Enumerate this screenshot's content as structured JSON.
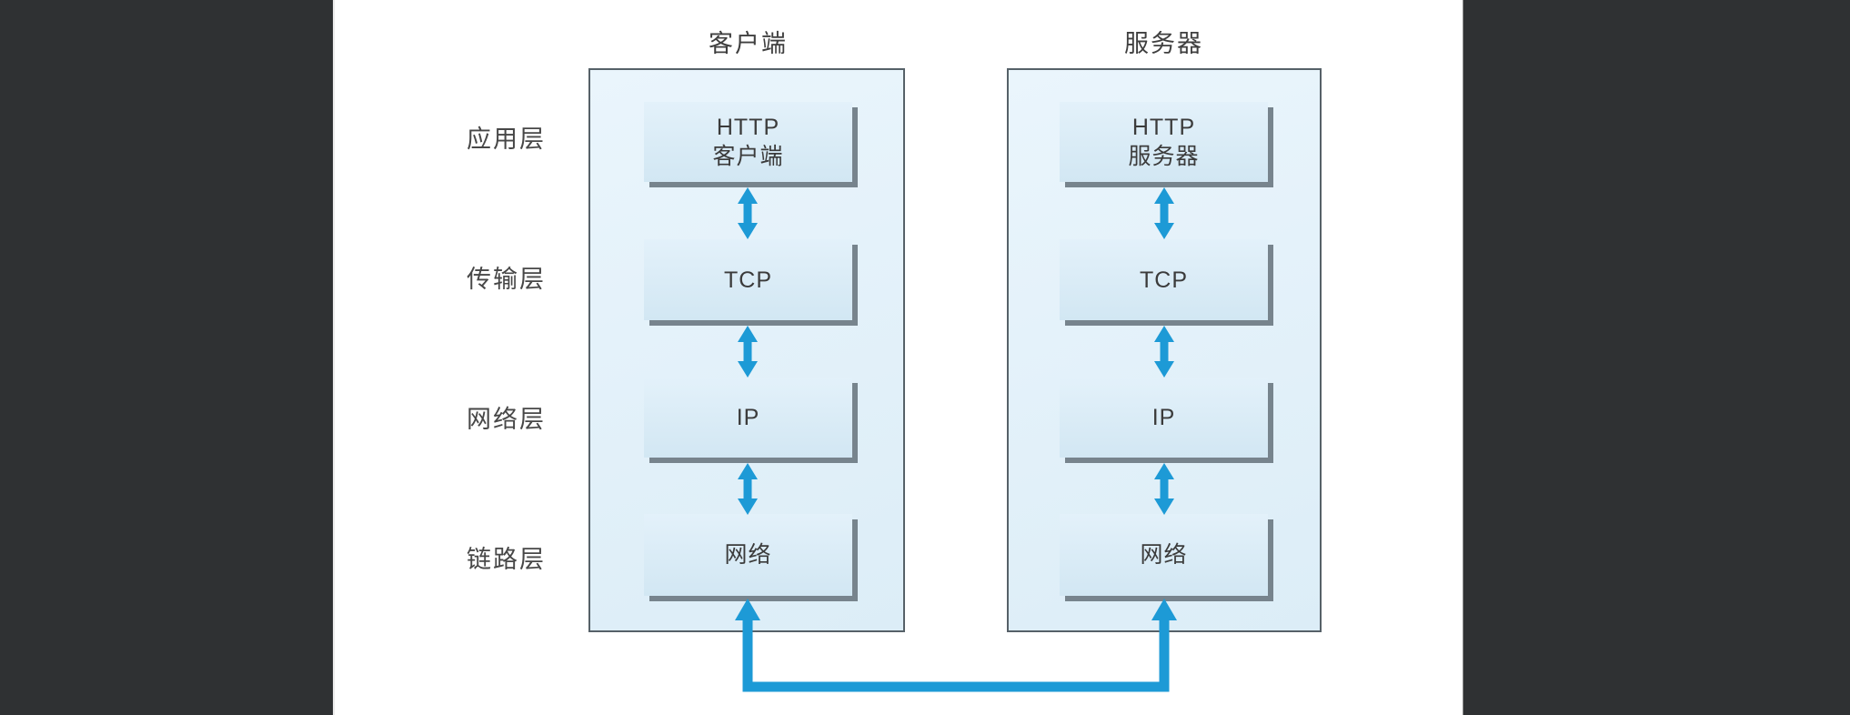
{
  "colors": {
    "letterbox": "#2f3133",
    "panel_fill_top": "#eaf5fc",
    "panel_fill_bottom": "#dcedf7",
    "box_fill_top": "#e3f1fa",
    "box_fill_bottom": "#d2e7f3",
    "panel_border": "#566168",
    "shadow_gray": "#77848d",
    "arrow_blue": "#1d9ad6"
  },
  "layer_labels": [
    "应用层",
    "传输层",
    "网络层",
    "链路层"
  ],
  "columns": [
    {
      "header": "客户端",
      "boxes": [
        {
          "lines": [
            "HTTP",
            "客户端"
          ]
        },
        {
          "lines": [
            "TCP"
          ]
        },
        {
          "lines": [
            "IP"
          ]
        },
        {
          "lines": [
            "网络"
          ]
        }
      ]
    },
    {
      "header": "服务器",
      "boxes": [
        {
          "lines": [
            "HTTP",
            "服务器"
          ]
        },
        {
          "lines": [
            "TCP"
          ]
        },
        {
          "lines": [
            "IP"
          ]
        },
        {
          "lines": [
            "网络"
          ]
        }
      ]
    }
  ]
}
